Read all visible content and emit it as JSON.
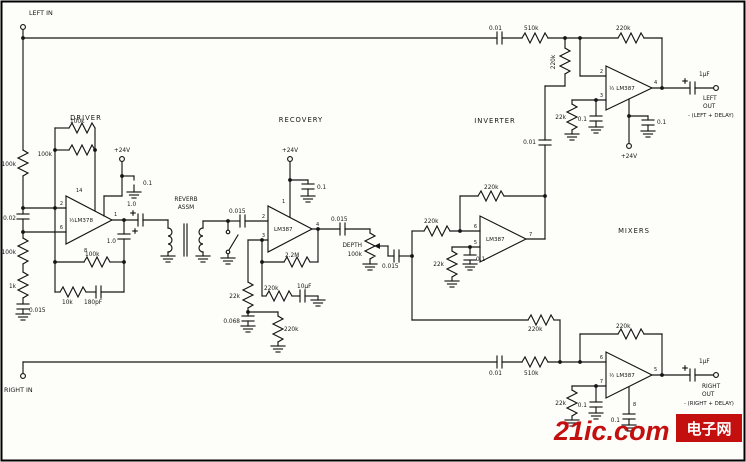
{
  "io": {
    "left_in": "LEFT IN",
    "right_in": "RIGHT IN",
    "left_out_1": "LEFT",
    "left_out_2": "OUT",
    "left_out_3": "- (LEFT + DELAY)",
    "right_out_1": "RIGHT",
    "right_out_2": "OUT",
    "right_out_3": "- (RIGHT + DELAY)"
  },
  "headings": {
    "driver": "DRIVER",
    "recovery": "RECOVERY",
    "inverter": "INVERTER",
    "mixers": "MIXERS",
    "reverb_1": "REVERB",
    "reverb_2": "ASSM"
  },
  "chips": {
    "driver": "½LM378",
    "recovery": "LM387",
    "inverter": "LM387",
    "mixer_top": "½ LM387",
    "mixer_bottom": "½ LM387"
  },
  "supply": {
    "driver": "+24V",
    "recovery": "+24V",
    "mixer_top": "+24V"
  },
  "input_chain": {
    "r1": "100k",
    "c1": "0.02",
    "r2": "100k",
    "r3": "1k",
    "c2": "0.015"
  },
  "driver": {
    "fb_r1": "100k",
    "fb_r2": "100k",
    "bypass": "0.1",
    "out_cap": "1.0",
    "fb_cap": "1.0",
    "fb_r3": "100k",
    "r_10k": "10k",
    "c_180": "180pF"
  },
  "recovery": {
    "in_cap": "0.015",
    "bias_r1": "22k",
    "bias_c": "0.068",
    "bias_r2": "220k",
    "bypass": "0.1",
    "fb_r": "2.2M",
    "fb_r2": "220k",
    "fb_c": "10μF",
    "out_cap": "0.015"
  },
  "depth": {
    "label": "DEPTH",
    "pot": "100k",
    "wiper_cap": "0.015"
  },
  "inverter": {
    "in_r": "220k",
    "fb_r": "220k",
    "bias_r": "22k",
    "bias_c": "0.1"
  },
  "mixer_top": {
    "in_cap": "0.01",
    "in_r": "510k",
    "fb_r": "220k",
    "mix_r": "220k",
    "couple_cap": "0.01",
    "bias_r": "22k",
    "bias_c": "0.1",
    "bypass": "0.1",
    "out_cap": "1μF"
  },
  "mixer_bottom": {
    "in_cap": "0.01",
    "in_r": "510k",
    "fb_r": "220k",
    "mix_r": "220k",
    "bias_r": "22k",
    "bias_c": "0.1",
    "bypass": "0.1",
    "out_cap": "1μF"
  },
  "pins": {
    "driver": {
      "p14": "14",
      "p2": "2",
      "p6": "6",
      "p1": "1",
      "p8": "8"
    },
    "recovery": {
      "p1": "1",
      "p2": "2",
      "p3": "3",
      "p4": "4"
    },
    "inverter": {
      "p6": "6",
      "p5": "5",
      "p7": "7"
    },
    "mixer_top": {
      "p2": "2",
      "p3": "3",
      "p4": "4"
    },
    "mixer_bottom": {
      "p6": "6",
      "p7": "7",
      "p5": "5",
      "p8": "8"
    }
  },
  "watermark": {
    "brand": "21ic.com",
    "cn": "电子网"
  }
}
